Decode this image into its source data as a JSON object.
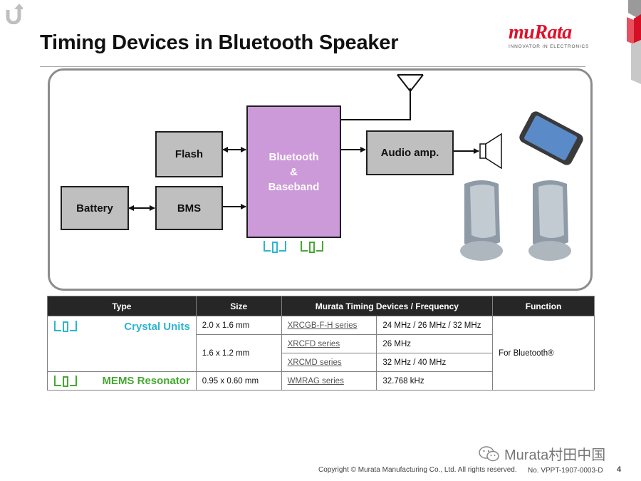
{
  "header": {
    "title": "Timing Devices in Bluetooth Speaker",
    "logo_text": "muRata",
    "logo_tagline": "INNOVATOR IN ELECTRONICS"
  },
  "diagram": {
    "battery": "Battery",
    "bms": "BMS",
    "flash": "Flash",
    "bluetooth": [
      "Bluetooth",
      "&",
      "Baseband"
    ],
    "audio_amp": "Audio amp."
  },
  "table": {
    "headers": [
      "Type",
      "Size",
      "Murata Timing Devices / Frequency",
      "Function"
    ],
    "crystal_label": "Crystal Units",
    "mems_label": "MEMS Resonator",
    "rows": [
      {
        "size": "2.0 x 1.6 mm",
        "series": "XRCGB-F-H series",
        "freq": "24 MHz / 26 MHz / 32 MHz"
      },
      {
        "size": "1.6 x 1.2 mm",
        "series": "XRCFD series",
        "freq": "26 MHz"
      },
      {
        "series": "XRCMD series",
        "freq": "32 MHz / 40 MHz"
      },
      {
        "size": "0.95 x 0.60 mm",
        "series": "WMRAG series",
        "freq": "32.768 kHz"
      }
    ],
    "function": "For Bluetooth®"
  },
  "footer": {
    "copyright": "Copyright © Murata Manufacturing Co., Ltd. All rights reserved.",
    "doc_no": "No. VPPT-1907-0003-D",
    "page": "4",
    "wechat": "Murata村田中国"
  },
  "colors": {
    "brand_red": "#e0102a",
    "crystal_blue": "#2fb4d0",
    "mems_green": "#45a832",
    "bluetooth_block": "#cc99d9",
    "block_gray": "#bfbfbf"
  }
}
